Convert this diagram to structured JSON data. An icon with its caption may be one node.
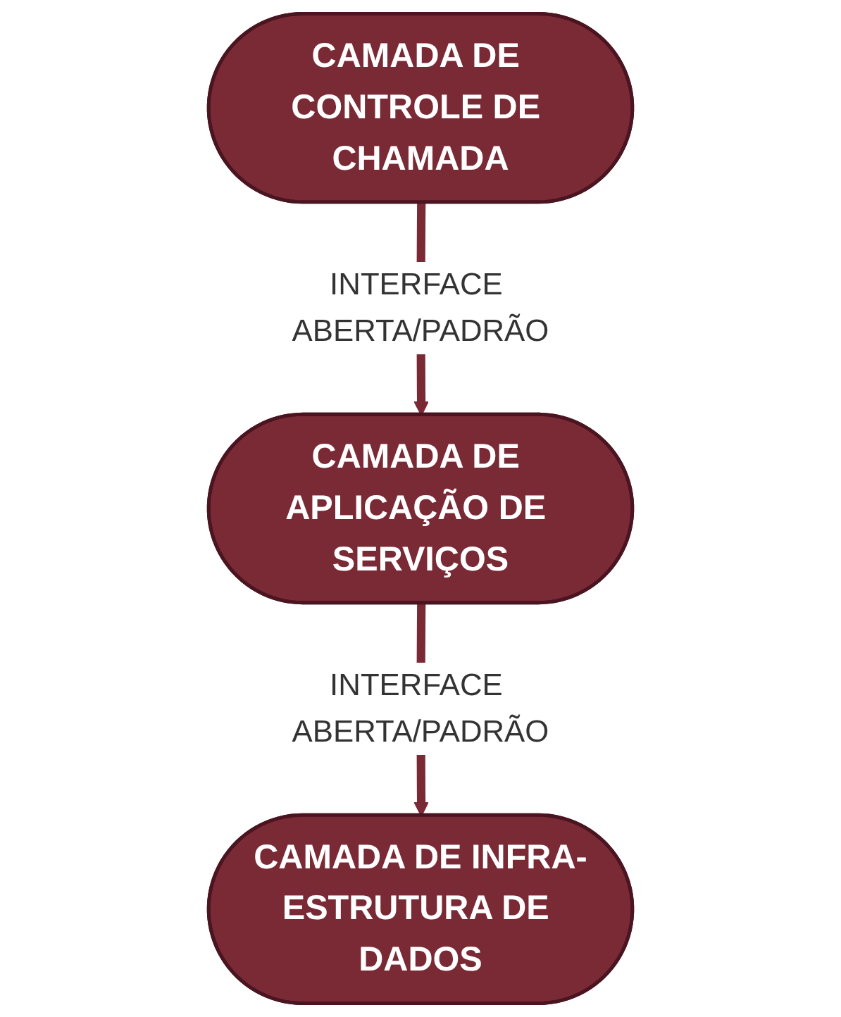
{
  "diagram": {
    "nodes": [
      {
        "text": [
          "CAMADA DE CONTROLE DE CHAMADA"
        ]
      },
      {
        "text": [
          "CAMADA DE APLICAÇÃO DE SERVIÇOS"
        ]
      },
      {
        "text": [
          "CAMADA DE INFRA-ESTRUTURA DE DADOS"
        ]
      }
    ],
    "edges": [
      {
        "from": 0,
        "to": 1,
        "arrow": "to",
        "label": "INTERFACE ABERTA/PADRÃO"
      },
      {
        "from": 1,
        "to": 2,
        "arrow": "to",
        "label": "INTERFACE ABERTA/PADRÃO"
      }
    ]
  }
}
